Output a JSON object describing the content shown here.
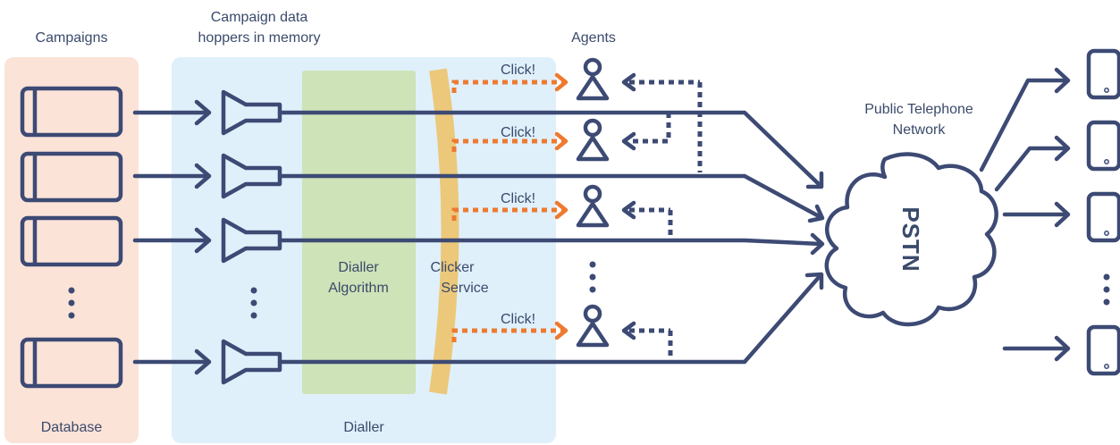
{
  "labels": {
    "campaigns": "Campaigns",
    "hoppers_line1": "Campaign data",
    "hoppers_line2": "hoppers in memory",
    "agents": "Agents",
    "pstn_line1": "Public Telephone",
    "pstn_line2": "Network",
    "pstn": "PSTN",
    "dialler_algorithm_line1": "Dialler",
    "dialler_algorithm_line2": "Algorithm",
    "clicker_service_line1": "Clicker",
    "clicker_service_line2": "Service",
    "database": "Database",
    "dialler": "Dialler",
    "click": "Click!"
  },
  "colors": {
    "database_bg": "#fbe3d8",
    "dialler_bg": "#dff0fb",
    "algorithm_bg": "#cfe3b8",
    "clicker_band": "#ecc87a",
    "line": "#3c4a74",
    "click_arrow": "#ee7a30",
    "text": "#3a4a6b"
  },
  "icons": [
    "database-table-icon",
    "hopper-icon",
    "agent-icon",
    "cloud-icon",
    "phone-icon"
  ]
}
